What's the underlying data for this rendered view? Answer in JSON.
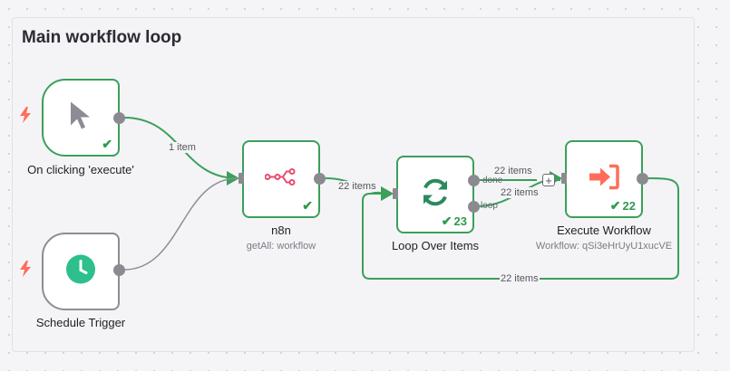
{
  "sticky": {
    "title": "Main workflow loop"
  },
  "nodes": {
    "manual": {
      "label": "On clicking 'execute'"
    },
    "schedule": {
      "label": "Schedule Trigger"
    },
    "n8n": {
      "label": "n8n",
      "subtitle": "getAll: workflow"
    },
    "loop": {
      "label": "Loop Over Items",
      "count": "23",
      "port_done": "done",
      "port_loop": "loop"
    },
    "exec": {
      "label": "Execute Workflow",
      "subtitle": "Workflow: qSi3eHrUyU1xucVE",
      "count": "22"
    }
  },
  "edges": {
    "manual_n8n": "1 item",
    "n8n_loop": "22 items",
    "loop_done": "22 items",
    "loop_exec": "22 items",
    "exec_loop": "22 items"
  },
  "colors": {
    "success": "#3aa05a",
    "idle": "#8d8d95",
    "trigger_bolt": "#ff6d5a",
    "n8n_icon": "#ea4b71",
    "loop_icon": "#2a8a5e",
    "exec_icon": "#ff6d5a",
    "clock": "#2dbf8c"
  }
}
